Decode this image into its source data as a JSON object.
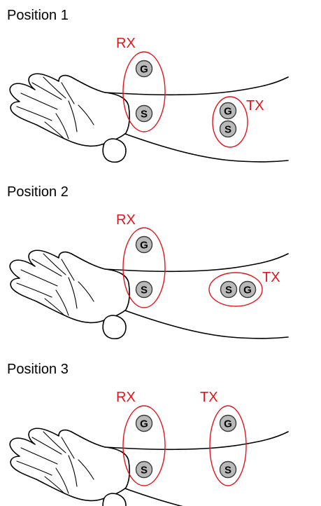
{
  "colors": {
    "label": "#e8121b",
    "ellipse": "#e8121b",
    "electrode_fill": "#b9b9b9",
    "electrode_stroke": "#3a3a3a",
    "outline": "#000000"
  },
  "panels": [
    {
      "title": "Position 1",
      "groups": [
        {
          "label": "RX",
          "electrodes": [
            "G",
            "S"
          ]
        },
        {
          "label": "TX",
          "electrodes": [
            "G",
            "S"
          ]
        }
      ]
    },
    {
      "title": "Position 2",
      "groups": [
        {
          "label": "RX",
          "electrodes": [
            "G",
            "S"
          ]
        },
        {
          "label": "TX",
          "electrodes": [
            "S",
            "G"
          ]
        }
      ]
    },
    {
      "title": "Position 3",
      "groups": [
        {
          "label": "RX",
          "electrodes": [
            "G",
            "S"
          ]
        },
        {
          "label": "TX",
          "electrodes": [
            "G",
            "S"
          ]
        }
      ]
    }
  ]
}
